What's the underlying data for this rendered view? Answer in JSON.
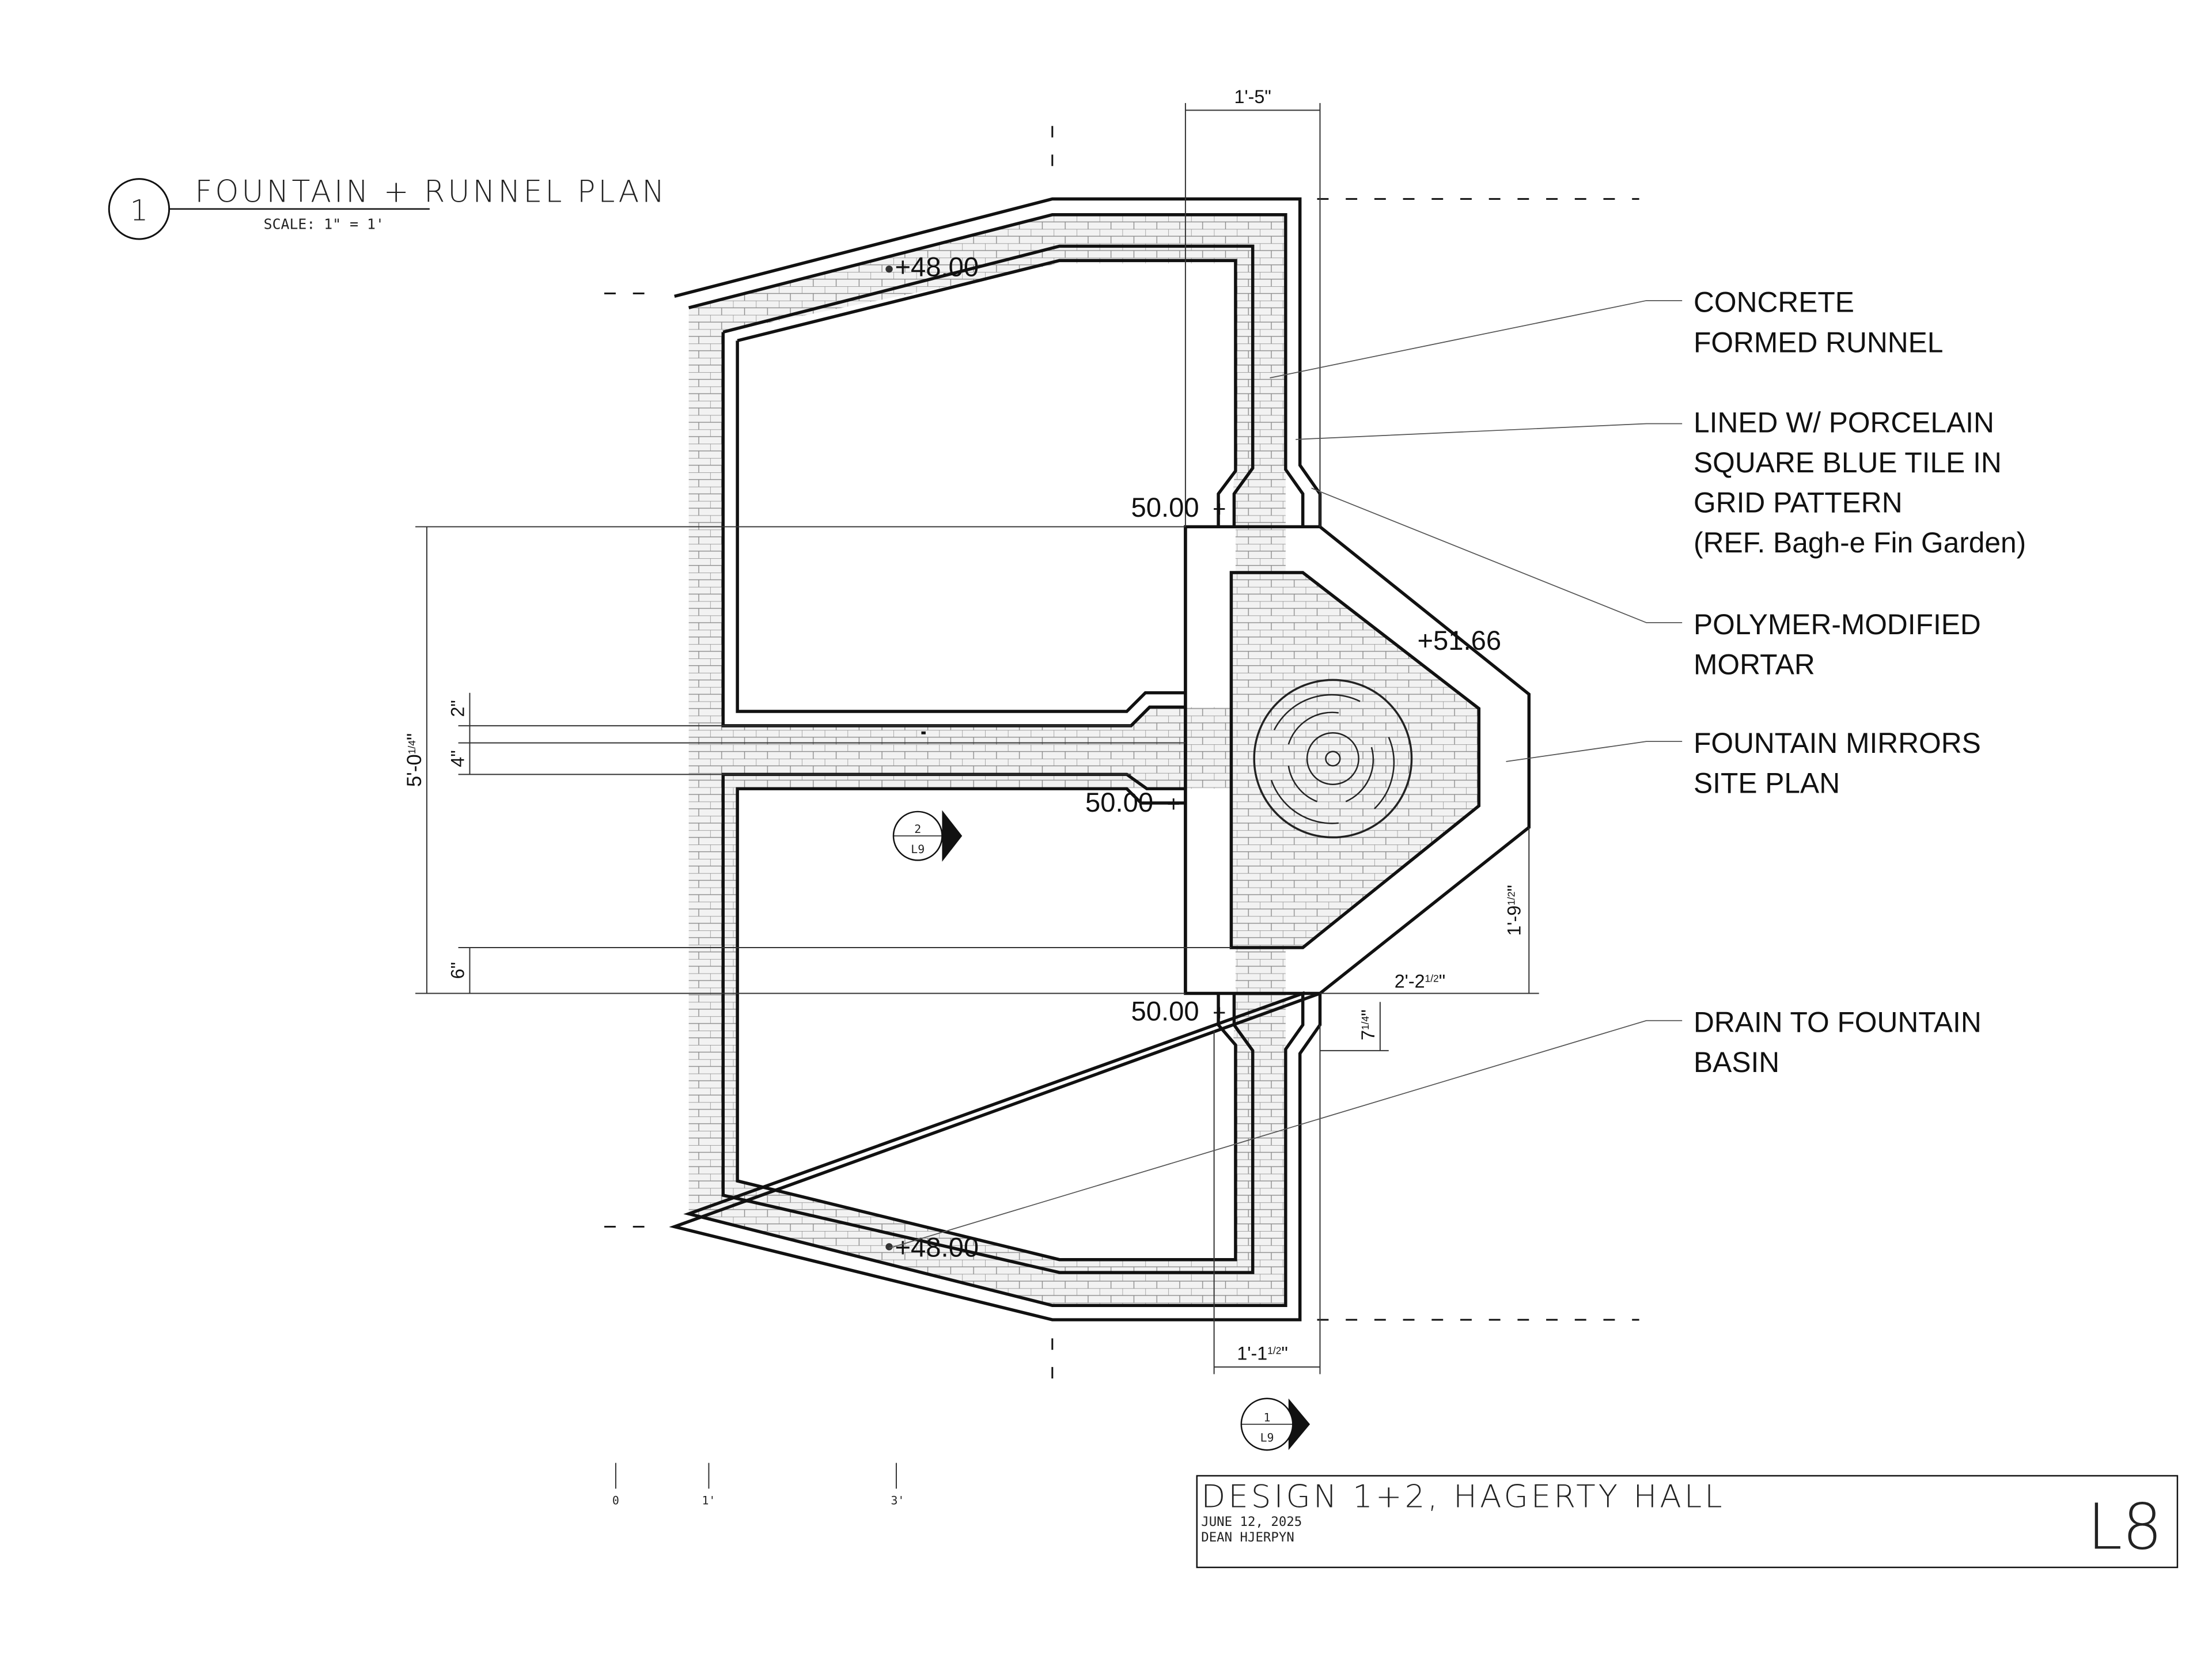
{
  "title": {
    "number": "1",
    "text": "FOUNTAIN + RUNNEL PLAN",
    "scale": "SCALE: 1\" = 1'"
  },
  "elevations": {
    "top_left": "+48.00",
    "bottom_left": "+48.00",
    "fountain": "+51.66",
    "runnel_upper": "50.00",
    "runnel_middle": "50.00",
    "runnel_lower": "50.00"
  },
  "dimensions": {
    "top_width": "1'-5\"",
    "bottom_width": "1'-1",
    "bottom_width_frac": "1/2",
    "bottom_width_inch": "\"",
    "overall_height": "5'-0",
    "overall_height_frac": "1/4",
    "overall_height_inch": "\"",
    "gap_2": "2\"",
    "gap_4": "4\"",
    "gap_6": "6\"",
    "fountain_height": "1'-9",
    "fountain_height_frac": "1/2",
    "fountain_height_inch": "\"",
    "fountain_width": "2'-2",
    "fountain_width_frac": "1/2",
    "fountain_width_inch": "\"",
    "offset": "7",
    "offset_frac": "1/4",
    "offset_inch": "\""
  },
  "notes": [
    {
      "lines": [
        "CONCRETE",
        "FORMED RUNNEL"
      ]
    },
    {
      "lines": [
        "LINED W/ PORCELAIN",
        "SQUARE BLUE TILE IN",
        "GRID PATTERN",
        "(REF.  Bagh-e Fin Garden)"
      ]
    },
    {
      "lines": [
        "POLYMER-MODIFIED",
        "MORTAR"
      ]
    },
    {
      "lines": [
        "FOUNTAIN MIRRORS",
        "SITE PLAN"
      ]
    },
    {
      "lines": [
        "DRAIN TO FOUNTAIN",
        "BASIN"
      ]
    }
  ],
  "section_markers": [
    {
      "number": "2",
      "sheet": "L9"
    },
    {
      "number": "1",
      "sheet": "L9"
    }
  ],
  "scale_bar": {
    "ticks": [
      "0",
      "1'",
      "3'"
    ]
  },
  "title_block": {
    "project": "DESIGN 1+2, HAGERTY HALL",
    "date": "JUNE 12, 2025",
    "author": "DEAN HJERPYN",
    "sheet": "L8"
  }
}
